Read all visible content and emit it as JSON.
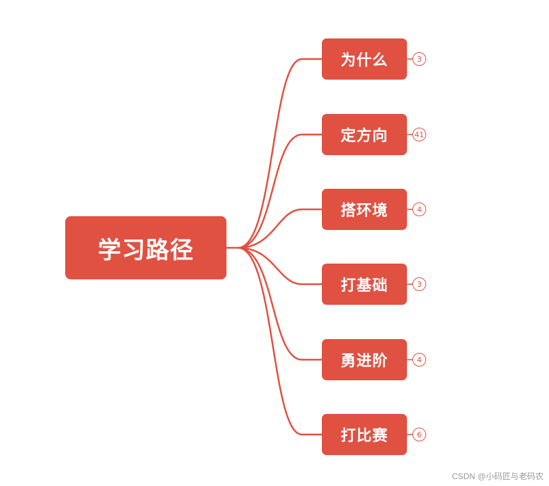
{
  "mindmap": {
    "root": {
      "label": "学习路径"
    },
    "branches": [
      {
        "label": "为什么",
        "count": "3"
      },
      {
        "label": "定方向",
        "count": "41"
      },
      {
        "label": "搭环境",
        "count": "4"
      },
      {
        "label": "打基础",
        "count": "3"
      },
      {
        "label": "勇进阶",
        "count": "4"
      },
      {
        "label": "打比赛",
        "count": "6"
      }
    ]
  },
  "colors": {
    "accent": "#e05142",
    "background": "#ffffff",
    "watermark": "#9a9a9a"
  },
  "watermark": {
    "text": "CSDN @小码匠与老码农"
  }
}
